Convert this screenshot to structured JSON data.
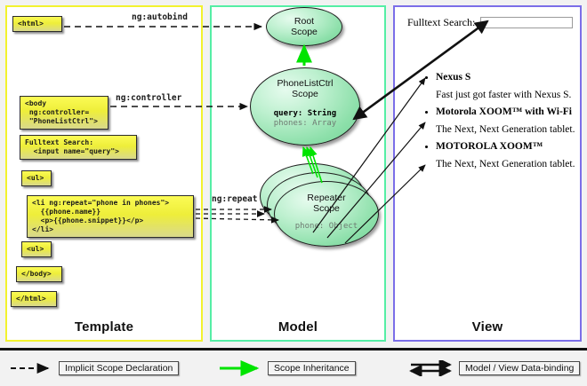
{
  "panels": {
    "template": {
      "label": "Template",
      "border_color": "#f2f22e",
      "boxes": [
        {
          "name": "html-open",
          "code": "<html>"
        },
        {
          "name": "body-open",
          "code": "<body\n ng:controller=\n \"PhoneListCtrl\">"
        },
        {
          "name": "fulltext-search",
          "code": "Fulltext Search:\n  <input name=\"query\">"
        },
        {
          "name": "ul-open",
          "code": "<ul>"
        },
        {
          "name": "li-repeat",
          "code": "<li ng:repeat=\"phone in phones\">\n  {{phone.name}}\n  <p>{{phone.snippet}}</p>\n</li>"
        },
        {
          "name": "ul-close",
          "code": "<ul>"
        },
        {
          "name": "body-close",
          "code": "</body>"
        },
        {
          "name": "html-close",
          "code": "</html>"
        }
      ]
    },
    "model": {
      "label": "Model",
      "border_color": "#55eea5",
      "scopes": [
        {
          "name": "root-scope",
          "title_lines": [
            "Root",
            "Scope"
          ],
          "properties": []
        },
        {
          "name": "phonelistctrl-scope",
          "title_lines": [
            "PhoneListCtrl",
            "Scope"
          ],
          "properties": [
            {
              "text": "query: String",
              "emphasis": "strong"
            },
            {
              "text": "phones: Array",
              "emphasis": "dim"
            }
          ]
        },
        {
          "name": "repeater-scope",
          "title_lines": [
            "Repeater",
            "Scope"
          ],
          "properties": [
            {
              "text": "phone: Object",
              "emphasis": "dim"
            }
          ]
        }
      ]
    },
    "view": {
      "label": "View",
      "border_color": "#7b6ee8",
      "search_label": "Fulltext Search:",
      "search_value": "",
      "search_placeholder": "",
      "phones": [
        {
          "name": "Nexus S",
          "snippet": "Fast just got faster with Nexus S."
        },
        {
          "name": "Motorola XOOM™  with Wi-Fi",
          "snippet": "The Next, Next Generation tablet."
        },
        {
          "name": "MOTOROLA XOOM™",
          "snippet": "The Next, Next Generation tablet."
        }
      ]
    }
  },
  "edge_labels": [
    {
      "name": "ng-autobind",
      "text": "ng:autobind"
    },
    {
      "name": "ng-controller",
      "text": "ng:controller"
    },
    {
      "name": "ng-repeat",
      "text": "ng:repeat"
    }
  ],
  "legend": [
    {
      "name": "implicit-scope-declaration",
      "label": "Implicit Scope Declaration",
      "style": "dashed-arrow",
      "color": "#111111"
    },
    {
      "name": "scope-inheritance",
      "label": "Scope Inheritance",
      "style": "solid-arrow",
      "color": "#00e400"
    },
    {
      "name": "model-view-data-binding",
      "label": "Model / View Data-binding",
      "style": "double-arrow",
      "color": "#111111"
    }
  ]
}
